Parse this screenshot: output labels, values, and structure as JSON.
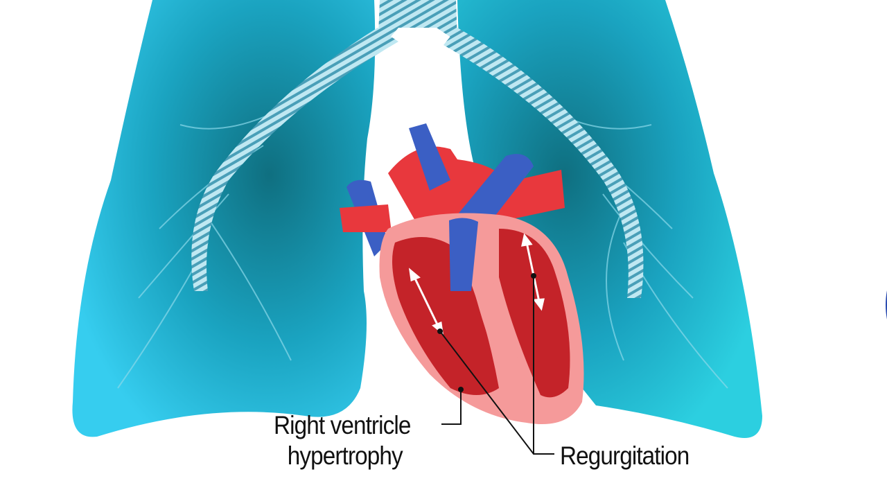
{
  "labels": {
    "rv_line1": "Right ventricle",
    "rv_line2": "hypertrophy",
    "regurgitation": "Regurgitation"
  },
  "colors": {
    "lung": "#2ec4e8",
    "lung_dark": "#137f8f",
    "artery": "#e8383d",
    "vein": "#3b5fc4",
    "heart_wall": "#f59a9a",
    "text": "#111111"
  }
}
